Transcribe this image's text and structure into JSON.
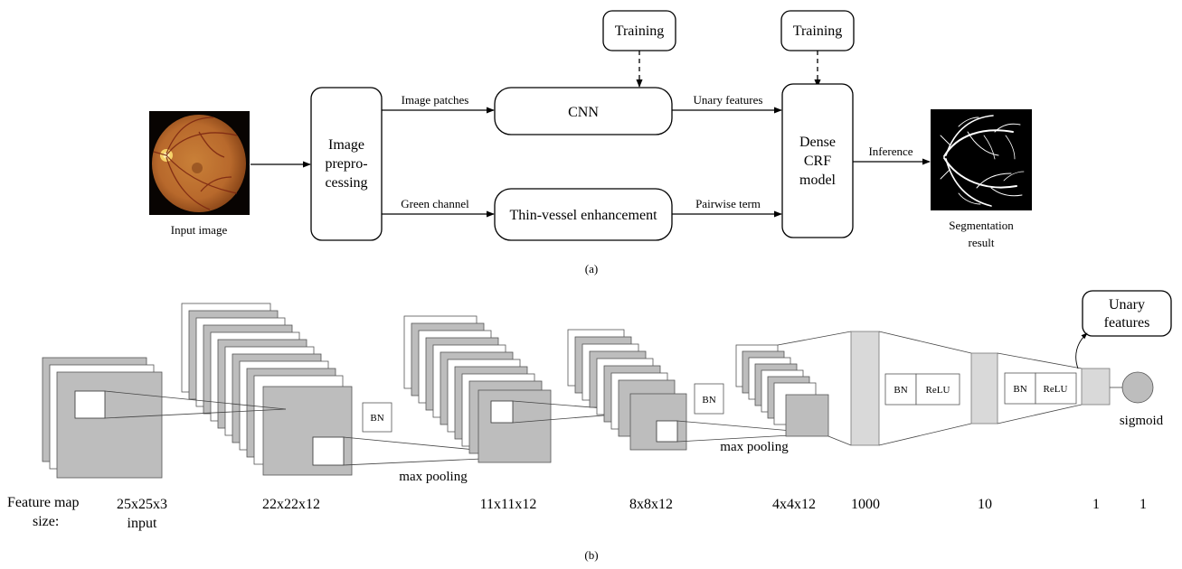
{
  "panel_a": {
    "caption": "(a)",
    "input_label": "Input image",
    "preprocess_lines": [
      "Image",
      "prepro-",
      "cessing"
    ],
    "edge_image_patches": "Image patches",
    "edge_green_channel": "Green channel",
    "cnn_label": "CNN",
    "thin_vessel_label": "Thin-vessel enhancement",
    "training_cnn": "Training",
    "training_crf": "Training",
    "edge_unary_features": "Unary features",
    "edge_pairwise_term": "Pairwise term",
    "crf_lines": [
      "Dense",
      "CRF",
      "model"
    ],
    "edge_inference": "Inference",
    "result_lines": [
      "Segmentation",
      "result"
    ]
  },
  "panel_b": {
    "caption": "(b)",
    "bn_label": "BN",
    "relu_label": "ReLU",
    "max_pooling_label": "max pooling",
    "unary_features_lines": [
      "Unary",
      "features"
    ],
    "sigmoid_label": "sigmoid",
    "feature_map_lines": [
      "Feature map",
      "size:"
    ],
    "sizes": [
      "25x25x3",
      "22x22x12",
      "11x11x12",
      "8x8x12",
      "4x4x12",
      "1000",
      "10",
      "1",
      "1"
    ],
    "input_label": "input"
  },
  "colors": {
    "gray_fill": "#bdbdbd",
    "light_gray_fill": "#d9d9d9",
    "fundus_orange": "#c87a35",
    "fundus_background": "#080402",
    "vessel_white": "#ffffff"
  }
}
